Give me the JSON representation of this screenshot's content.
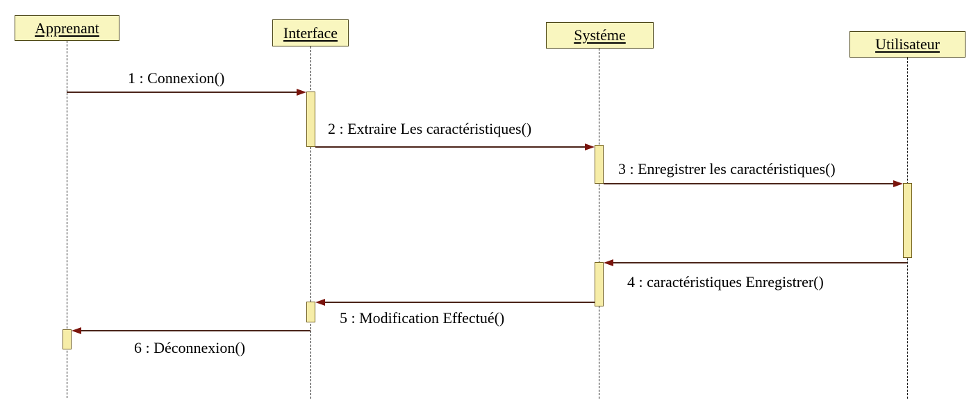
{
  "diagram": {
    "type": "uml-sequence-diagram",
    "language": "fr"
  },
  "actors": [
    {
      "name": "Apprenant"
    },
    {
      "name": "Interface"
    },
    {
      "name": "Systéme"
    },
    {
      "name": "Utilisateur"
    }
  ],
  "messages": [
    {
      "seq": "1",
      "label": "1 : Connexion()",
      "from": "Apprenant",
      "to": "Interface",
      "direction": "right"
    },
    {
      "seq": "2",
      "label": "2 : Extraire Les caractéristiques()",
      "from": "Interface",
      "to": "Systéme",
      "direction": "right"
    },
    {
      "seq": "3",
      "label": "3 : Enregistrer les caractéristiques()",
      "from": "Systéme",
      "to": "Utilisateur",
      "direction": "right"
    },
    {
      "seq": "4",
      "label": "4 : caractéristiques Enregistrer()",
      "from": "Utilisateur",
      "to": "Systéme",
      "direction": "left"
    },
    {
      "seq": "5",
      "label": "5 : Modification Effectué()",
      "from": "Systéme",
      "to": "Interface",
      "direction": "left"
    },
    {
      "seq": "6",
      "label": "6 : Déconnexion()",
      "from": "Interface",
      "to": "Apprenant",
      "direction": "left"
    }
  ],
  "colors": {
    "actor_fill": "#F9F6BF",
    "actor_border": "#4A4412",
    "activation_fill": "#F6EDA8",
    "activation_border": "#756322",
    "message_line": "#4A2318",
    "arrowhead": "#7A140C",
    "lifeline": "#1A1A1A",
    "text": "#000000",
    "background": "#FFFFFF"
  }
}
